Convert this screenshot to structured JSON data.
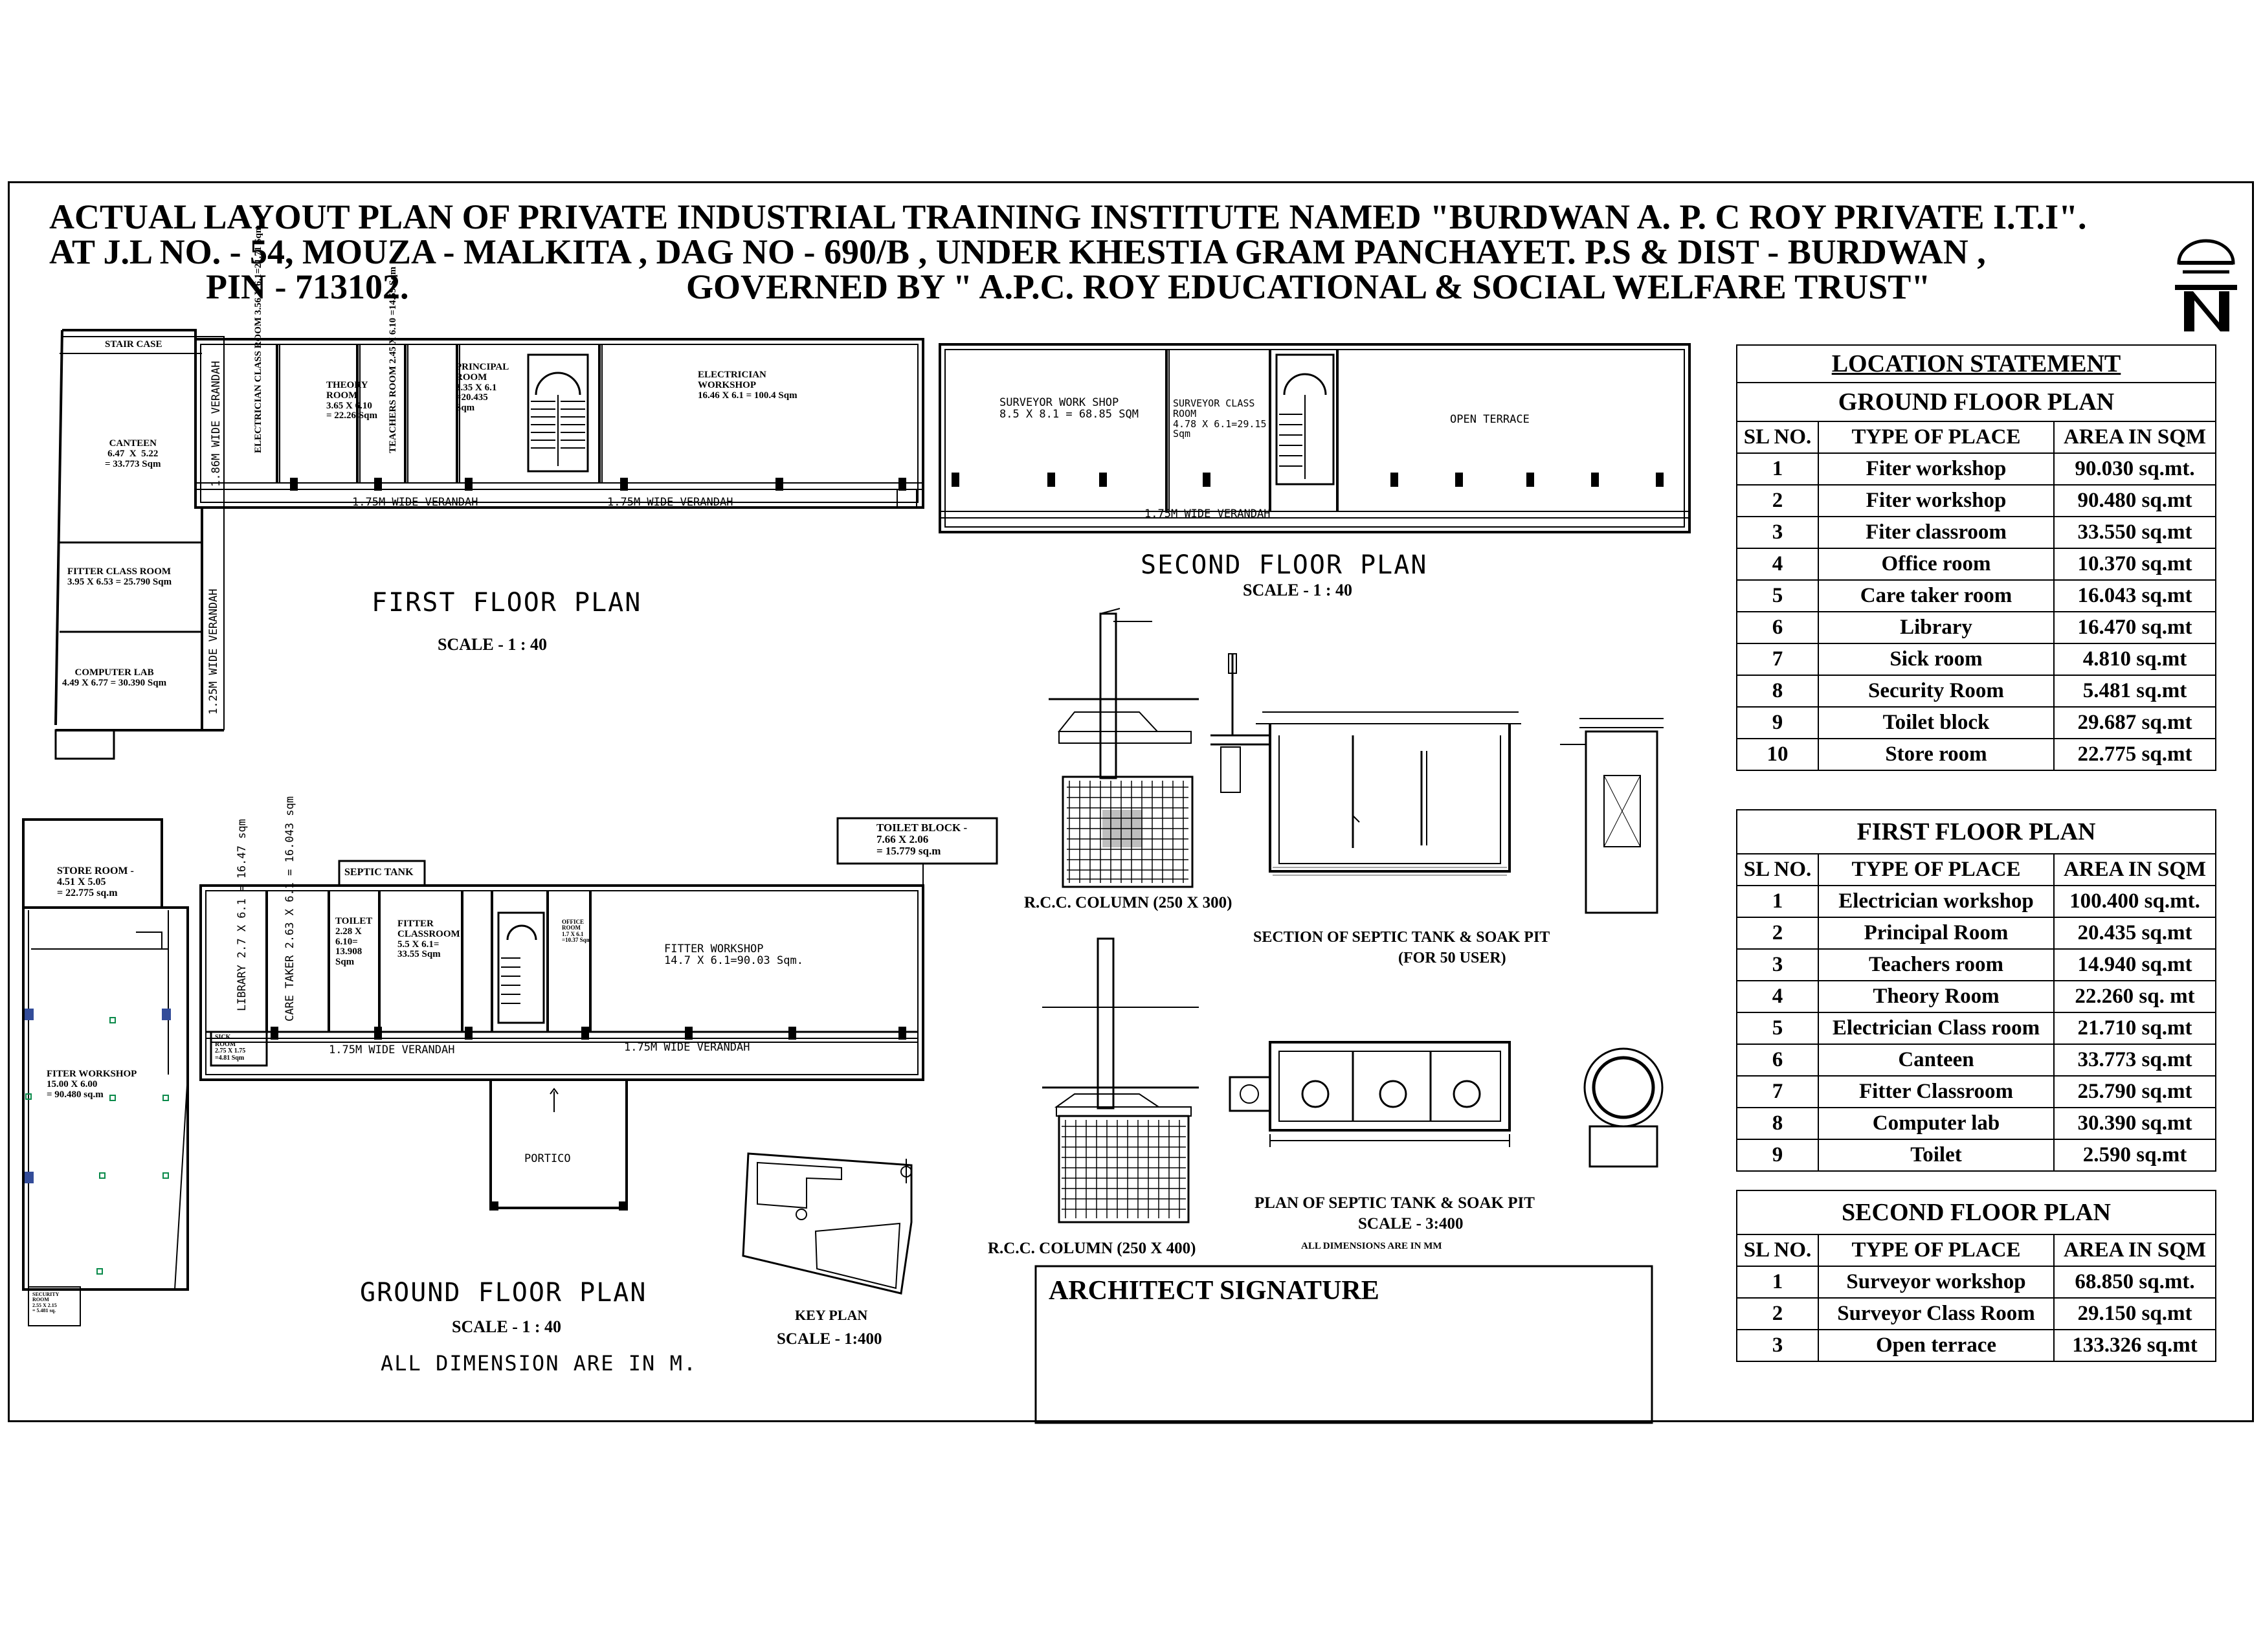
{
  "title": {
    "line1": "ACTUAL LAYOUT PLAN OF PRIVATE INDUSTRIAL TRAINING INSTITUTE  NAMED \"BURDWAN A. P. C ROY PRIVATE I.T.I\".",
    "line2": "AT  J.L NO. -  54,       MOUZA - MALKITA , DAG NO - 690/B , UNDER KHESTIA GRAM PANCHAYET. P.S  & DIST -  BURDWAN ,",
    "line3a": "PIN - 713102.",
    "line3b": "GOVERNED BY \" A.P.C.  ROY EDUCATIONAL & SOCIAL WELFARE TRUST\""
  },
  "first_floor": {
    "title": "FIRST FLOOR PLAN",
    "scale": "SCALE - 1 : 40",
    "stair": "STAIR CASE",
    "canteen": "CANTEEN\n6.47  X  5.22\n= 33.773 Sqm",
    "fitter_class": "FITTER CLASS ROOM\n3.95 X 6.53 = 25.790 Sqm",
    "computer_lab": "COMPUTER LAB\n4.49 X 6.77 = 30.390 Sqm",
    "elec_class": "ELECTRICIAN CLASS ROOM 3.56 X 6.1=21.71 Sqm",
    "theory": "THEORY\nROOM\n3.65 X 6.10\n= 22.26 Sqm",
    "teachers": "TEACHERS ROOM 2.45 X 6.10 =14.59 Sqm",
    "principal": "PRINCIPAL\nROOM\n3.35 X 6.1\n=20.435\nSqm",
    "elec_workshop": "ELECTRICIAN\nWORKSHOP\n16.46 X 6.1 = 100.4 Sqm",
    "ver_a": "1.75M WIDE VERANDAH",
    "ver_b": "1.75M WIDE VERANDAH",
    "ver_left": "1.86M WIDE VERANDAH",
    "ver_left2": "1.25M WIDE VERANDAH"
  },
  "second_floor": {
    "title": "SECOND FLOOR PLAN",
    "scale": "SCALE - 1 : 40",
    "surveyor_ws": "SURVEYOR WORK SHOP\n8.5 X 8.1 = 68.85 SQM",
    "surveyor_class": "SURVEYOR CLASS\nROOM\n4.78 X 6.1=29.15\nSqm",
    "terrace": "OPEN TERRACE",
    "ver": "1.75M WIDE VERANDAH"
  },
  "ground_floor": {
    "title": "GROUND FLOOR PLAN",
    "scale": "SCALE - 1 : 40",
    "note": "ALL DIMENSION ARE IN M.",
    "store": "STORE ROOM -\n4.51 X 5.05\n= 22.775 sq.m",
    "fitter_ws_left": "FITER WORKSHOP\n15.00 X 6.00\n= 90.480 sq.m",
    "septic": "SEPTIC TANK",
    "library": "LIBRARY 2.7 X 6.1 = 16.47 sqm",
    "care": "CARE TAKER 2.63 X 6.1 = 16.043 sqm",
    "toilet": "TOILET\n2.28 X\n6.10=\n13.908\nSqm",
    "fitter_class": "FITTER\nCLASSROOM\n5.5 X 6.1=\n33.55 Sqm",
    "office": "OFFICE\nROOM\n1.7 X 6.1\n=10.37 Sqm",
    "fitter_ws": "FITTER WORKSHOP\n14.7 X 6.1=90.03 Sqm.",
    "sick": "SICK\nROOM\n2.75 X 1.75\n=4.81 Sqm",
    "ver_a": "1.75M WIDE VERANDAH",
    "ver_b": "1.75M WIDE VERANDAH",
    "portico": "PORTICO",
    "toilet_block": "TOILET BLOCK -\n7.66 X 2.06\n= 15.779 sq.m",
    "small_note": "SECURITY\nROOM\n2.55 X 2.15\n= 5.481 sq."
  },
  "details": {
    "col1": "R.C.C. COLUMN (250 X 300)",
    "col2": "R.C.C. COLUMN (250 X 400)",
    "section": "SECTION OF SEPTIC TANK & SOAK PIT",
    "section_sub": "(FOR 50 USER)",
    "plan": "PLAN OF SEPTIC TANK & SOAK PIT",
    "plan_scale": "SCALE - 3:400",
    "plan_note": "ALL DIMENSIONS ARE IN MM",
    "key_plan": "KEY PLAN",
    "key_scale": "SCALE - 1:400"
  },
  "signature": "ARCHITECT SIGNATURE",
  "location": {
    "heading": "LOCATION STATEMENT",
    "col_headers": [
      "SL NO.",
      "TYPE OF  PLACE",
      "AREA IN SQM"
    ],
    "ground": {
      "title": "GROUND FLOOR PLAN",
      "rows": [
        [
          "1",
          "Fiter workshop",
          "90.030 sq.mt."
        ],
        [
          "2",
          "Fiter workshop",
          "90.480 sq.mt"
        ],
        [
          "3",
          "Fiter classroom",
          "33.550 sq.mt"
        ],
        [
          "4",
          "Office room",
          "10.370 sq.mt"
        ],
        [
          "5",
          "Care taker room",
          "16.043 sq.mt"
        ],
        [
          "6",
          "Library",
          "16.470 sq.mt"
        ],
        [
          "7",
          "Sick room",
          "4.810 sq.mt"
        ],
        [
          "8",
          "Security Room",
          "5.481 sq.mt"
        ],
        [
          "9",
          "Toilet block",
          "29.687 sq.mt"
        ],
        [
          "10",
          "Store room",
          "22.775 sq.mt"
        ]
      ]
    },
    "first": {
      "title": "FIRST FLOOR PLAN",
      "rows": [
        [
          "1",
          "Electrician workshop",
          "100.400 sq.mt."
        ],
        [
          "2",
          "Principal Room",
          "20.435 sq.mt"
        ],
        [
          "3",
          "Teachers room",
          "14.940 sq.mt"
        ],
        [
          "4",
          "Theory Room",
          "22.260 sq. mt"
        ],
        [
          "5",
          "Electrician Class room",
          "21.710 sq.mt"
        ],
        [
          "6",
          "Canteen",
          "33.773 sq.mt"
        ],
        [
          "7",
          "Fitter Classroom",
          "25.790 sq.mt"
        ],
        [
          "8",
          "Computer lab",
          "30.390 sq.mt"
        ],
        [
          "9",
          "Toilet",
          "2.590 sq.mt"
        ]
      ]
    },
    "second": {
      "title": "SECOND FLOOR PLAN",
      "rows": [
        [
          "1",
          "Surveyor workshop",
          "68.850 sq.mt."
        ],
        [
          "2",
          "Surveyor Class Room",
          "29.150 sq.mt"
        ],
        [
          "3",
          "Open terrace",
          "133.326 sq.mt"
        ]
      ]
    }
  }
}
